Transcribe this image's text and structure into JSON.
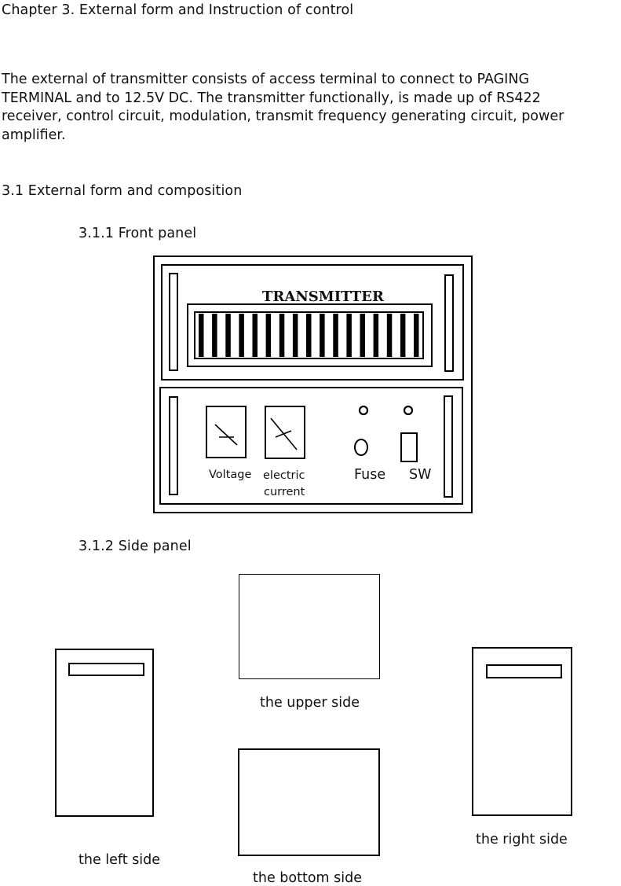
{
  "chapter_title": "Chapter  3. External form and Instruction of control",
  "intro_lines": [
    "The external of transmitter consists of access terminal to connect to PAGING",
    "TERMINAL and to 12.5V DC. The transmitter functionally, is made up of  RS422",
    "receiver, control circuit, modulation, transmit frequency generating circuit, power",
    "amplifier."
  ],
  "section_heading": "3.1 External form and composition",
  "subsections": {
    "front_panel": "3.1.1 Front panel",
    "side_panel": "3.1.2 Side panel"
  },
  "front_panel": {
    "display_title": "TRANSMITTER",
    "display_bar_count": 17,
    "labels": {
      "voltage": "Voltage",
      "electric": "electric",
      "current": "current",
      "fuse": "Fuse",
      "sw": "SW"
    }
  },
  "side_panel": {
    "upper": "the upper side",
    "bottom": "the bottom side",
    "left": "the left side",
    "right": "the right side"
  }
}
